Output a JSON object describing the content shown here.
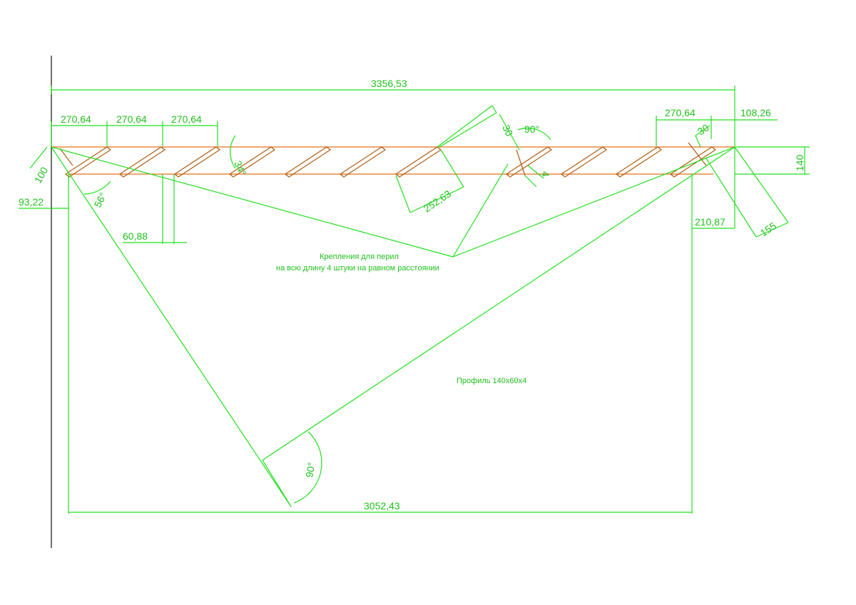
{
  "dimensions": {
    "overall_length": "3356,53",
    "step_pitch_1": "270,64",
    "step_pitch_2": "270,64",
    "step_pitch_3": "270,64",
    "step_pitch_right": "270,64",
    "right_offset": "108,26",
    "beam_height": "140",
    "left_offset": "93,22",
    "small_offset": "60,88",
    "step_length": "252,63",
    "right_drop": "210,87",
    "post_width": "155",
    "bracket_height": "100",
    "bottom_length": "3052,43",
    "bracket_30_a": "30",
    "bracket_30_b": "30",
    "thickness": "4"
  },
  "angles": {
    "left_angle": "56°",
    "step_angle": "34°",
    "top_right_angle": "90°",
    "bottom_angle": "90°"
  },
  "notes": {
    "railing_line1": "Крепления для перил",
    "railing_line2": "на всю длину 4 штуки на равном расстоянии",
    "profile": "Профиль 140x60x4"
  },
  "colors": {
    "dimension_lines": "#22e01e",
    "beam": "#e0701a",
    "axis": "#222222"
  }
}
